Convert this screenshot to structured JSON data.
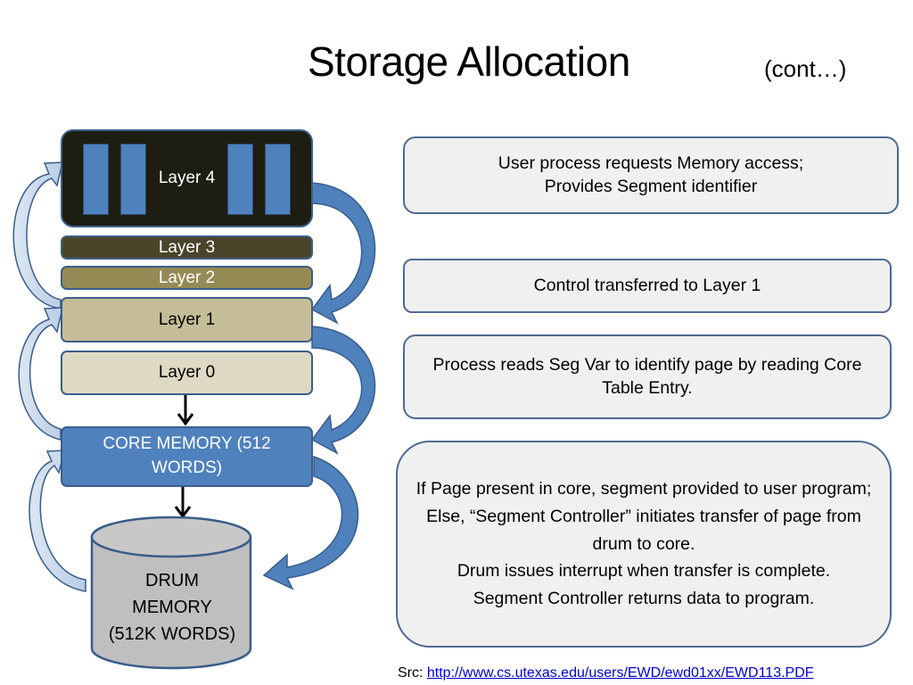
{
  "slide": {
    "title": "Storage Allocation",
    "subtitle": "(cont…)"
  },
  "diagram": {
    "layers": [
      {
        "id": "layer4",
        "label": "Layer 4",
        "color": "#1e1d12"
      },
      {
        "id": "layer3",
        "label": "Layer 3",
        "color": "#4a452a"
      },
      {
        "id": "layer2",
        "label": "Layer 2",
        "color": "#948a54"
      },
      {
        "id": "layer1",
        "label": "Layer 1",
        "color": "#c4bd97"
      },
      {
        "id": "layer0",
        "label": "Layer 0",
        "color": "#ddd9c3"
      }
    ],
    "core_memory": {
      "label": "CORE MEMORY (512 WORDS)",
      "color": "#4f81bd"
    },
    "drum_memory": {
      "line1": "DRUM",
      "line2": "MEMORY",
      "line3": "(512K WORDS)",
      "color": "#bfbfbf"
    },
    "arrow_color": "#4f81bd",
    "outline_color": "#385d8a"
  },
  "steps": [
    {
      "text": "User process requests Memory access;\nProvides Segment identifier"
    },
    {
      "text": "Control transferred to Layer 1"
    },
    {
      "text": "Process reads Seg Var to identify page by reading Core Table Entry."
    },
    {
      "text": "If Page present in core, segment provided to user program;\nElse, “Segment Controller” initiates transfer of page from drum to core.\nDrum issues interrupt when transfer is complete.\nSegment Controller returns data to program."
    }
  ],
  "source": {
    "label": "Src: ",
    "link_text": "http://www.cs.utexas.edu/users/EWD/ewd01xx/EWD113.PDF"
  }
}
